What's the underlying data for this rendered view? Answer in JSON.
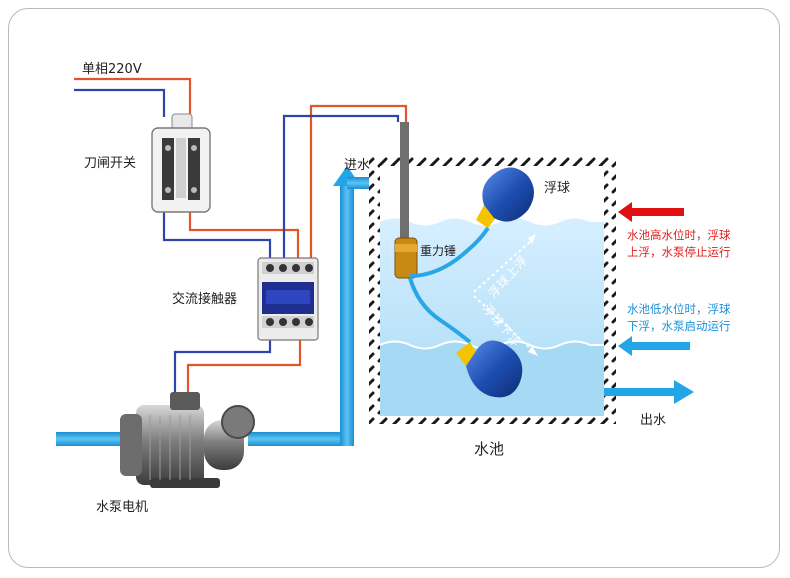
{
  "labels": {
    "power": "单相220V",
    "knife_switch": "刀闸开关",
    "contactor": "交流接触器",
    "pump_motor": "水泵电机",
    "inlet": "进水",
    "outlet": "出水",
    "weight": "重力锤",
    "float": "浮球",
    "tank": "水池",
    "float_up": "浮球上浮",
    "float_down": "浮球下浮"
  },
  "notes": {
    "high_line1": "水池高水位时，浮球",
    "high_line2": "上浮，水泵停止运行",
    "low_line1": "水池低水位时，浮球",
    "low_line2": "下浮，水泵启动运行"
  },
  "colors": {
    "live_wire": "#e0552a",
    "neutral_wire": "#2f46a8",
    "water_pipe": "#22a6e8",
    "float_blue": "#1f4fb4",
    "float_collar": "#f5c400",
    "high_arrow": "#e01010",
    "low_arrow": "#22a6e8",
    "high_text": "#e02020",
    "low_text": "#1a90d8",
    "water": "#bfe4f8"
  }
}
